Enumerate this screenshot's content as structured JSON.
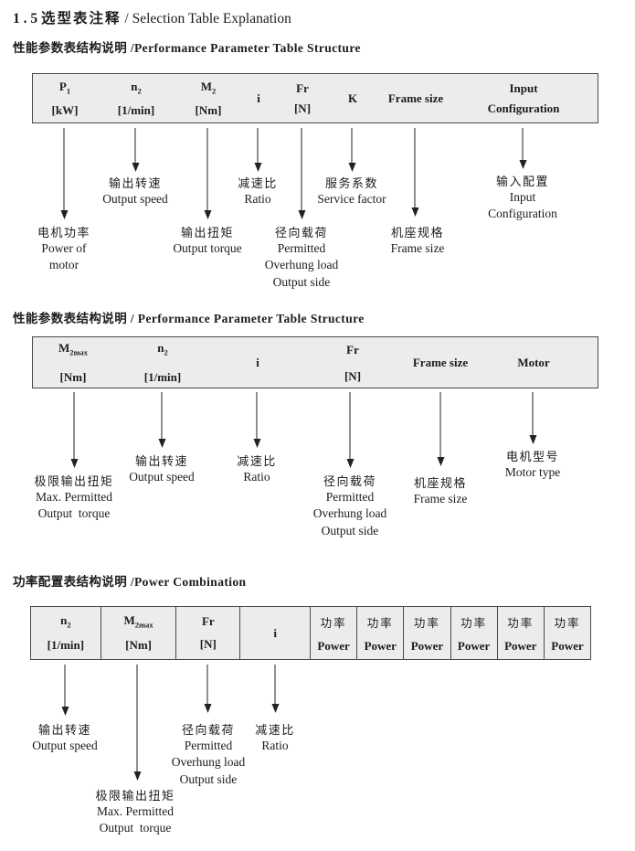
{
  "title": {
    "num": "1 . 5",
    "zh": "选型表注释",
    "sep": "/",
    "en": "Selection Table Explanation"
  },
  "headings": {
    "s1": "性能参数表结构说明 /Performance Parameter Table Structure",
    "s2": "性能参数表结构说明 / Performance Parameter Table Structure",
    "s3": "功率配置表结构说明 /Power Combination"
  },
  "table1": {
    "cols": [
      {
        "sym": "P",
        "sub": "1",
        "unit": "[kW]"
      },
      {
        "sym": "n",
        "sub": "2",
        "unit": "[1/min]"
      },
      {
        "sym": "M",
        "sub": "2",
        "unit": "[Nm]"
      },
      {
        "sym": "i"
      },
      {
        "sym": "Fr",
        "unit": "[N]"
      },
      {
        "sym": "K"
      },
      {
        "sym": "Frame size"
      },
      {
        "sym": "Input",
        "unit": "Configuration"
      }
    ]
  },
  "table2": {
    "cols": [
      {
        "sym": "M",
        "sub": "2max",
        "unit": "[Nm]"
      },
      {
        "sym": "n",
        "sub": "2",
        "unit": "[1/min]"
      },
      {
        "sym": "i"
      },
      {
        "sym": "Fr",
        "unit": "[N]"
      },
      {
        "sym": "Frame size"
      },
      {
        "sym": "Motor"
      }
    ]
  },
  "table3": {
    "cols": [
      {
        "sym": "n",
        "sub": "2",
        "unit": "[1/min]"
      },
      {
        "sym": "M",
        "sub": "2max",
        "unit": "[Nm]"
      },
      {
        "sym": "Fr",
        "unit": "[N]"
      },
      {
        "sym": "i"
      }
    ],
    "power_col_count": 6,
    "power": {
      "zh": "功率",
      "en": "Power"
    }
  },
  "notes1": [
    {
      "lines": [
        "电机功率",
        "Power of",
        "motor"
      ]
    },
    {
      "lines": [
        "输出转速",
        "Output speed"
      ]
    },
    {
      "lines": [
        "输出扭矩",
        "Output torque"
      ]
    },
    {
      "lines": [
        "减速比",
        "Ratio"
      ]
    },
    {
      "lines": [
        "径向载荷",
        "Permitted",
        "Overhung load",
        "Output side"
      ]
    },
    {
      "lines": [
        "服务系数",
        "Service factor"
      ]
    },
    {
      "lines": [
        "机座规格",
        "Frame size"
      ]
    },
    {
      "lines": [
        "输入配置",
        "Input",
        "Configuration"
      ]
    }
  ],
  "notes2": [
    {
      "lines": [
        "极限输出扭矩",
        "Max. Permitted",
        "Output  torque"
      ]
    },
    {
      "lines": [
        "输出转速",
        "Output speed"
      ]
    },
    {
      "lines": [
        "减速比",
        "Ratio"
      ]
    },
    {
      "lines": [
        "径向载荷",
        "Permitted",
        "Overhung load",
        "Output side"
      ]
    },
    {
      "lines": [
        "机座规格",
        "Frame size"
      ]
    },
    {
      "lines": [
        "电机型号",
        "Motor type"
      ]
    }
  ],
  "notes3": [
    {
      "lines": [
        "输出转速",
        "Output speed"
      ]
    },
    {
      "lines": [
        "极限输出扭矩",
        "Max. Permitted",
        "Output  torque"
      ]
    },
    {
      "lines": [
        "径向载荷",
        "Permitted",
        "Overhung load",
        "Output side"
      ]
    },
    {
      "lines": [
        "减速比",
        "Ratio"
      ]
    }
  ],
  "colors": {
    "table_bg": "#ececec",
    "table_border": "#4a4a4a",
    "ink": "#1c1c1c"
  }
}
